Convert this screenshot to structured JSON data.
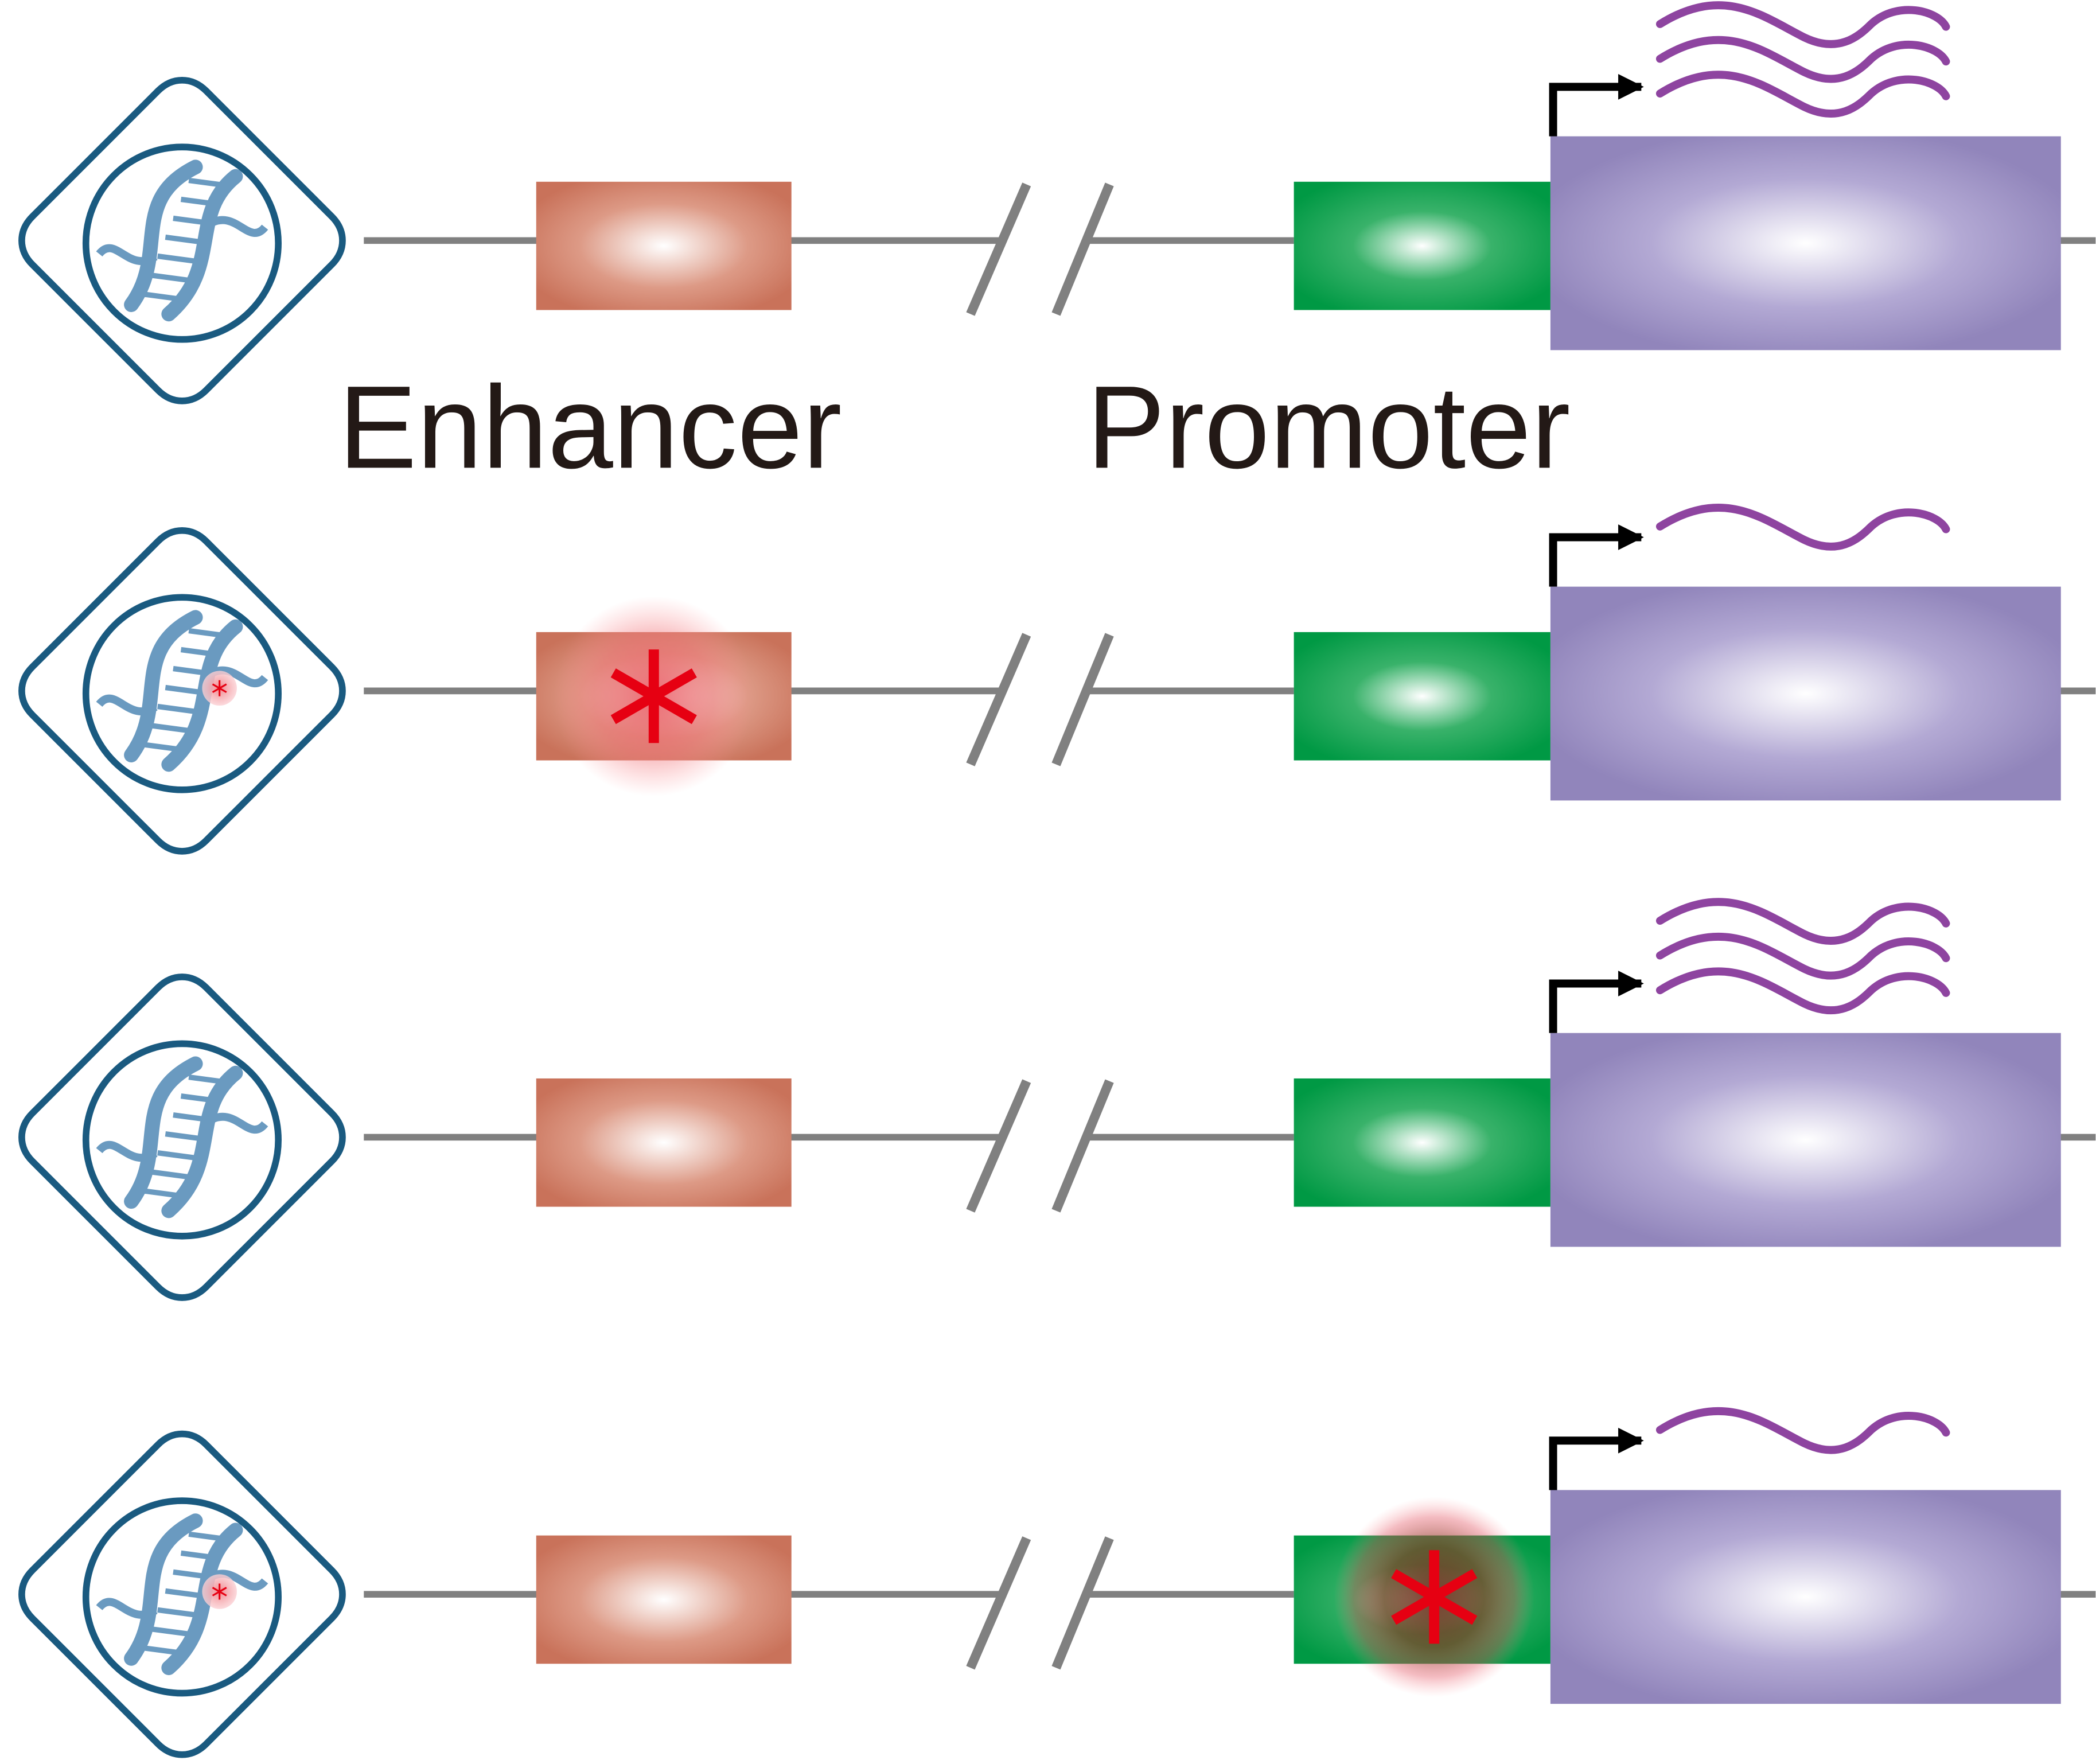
{
  "labels": {
    "enhancer": "Enhancer",
    "promoter": "Promoter"
  },
  "colors": {
    "enhancer": "#c9725a",
    "promoter": "#009944",
    "gene": "#9185bb",
    "dna_line": "#808080",
    "diamond": "#1a5a80",
    "dna_icon": "#6a9ac0",
    "mutation": "#e60012",
    "transcript": "#8e44a0",
    "arrow": "#000000"
  },
  "rows": [
    {
      "mutation": "none",
      "transcripts": 3
    },
    {
      "mutation": "enhancer",
      "transcripts": 1
    },
    {
      "mutation": "none",
      "transcripts": 3
    },
    {
      "mutation": "promoter",
      "transcripts": 1
    }
  ],
  "icons": {
    "diamond": "dna-diamond-icon",
    "mutation": "asterisk-mutation-icon",
    "tss": "transcription-start-arrow-icon",
    "transcript": "mrna-wave-icon"
  }
}
